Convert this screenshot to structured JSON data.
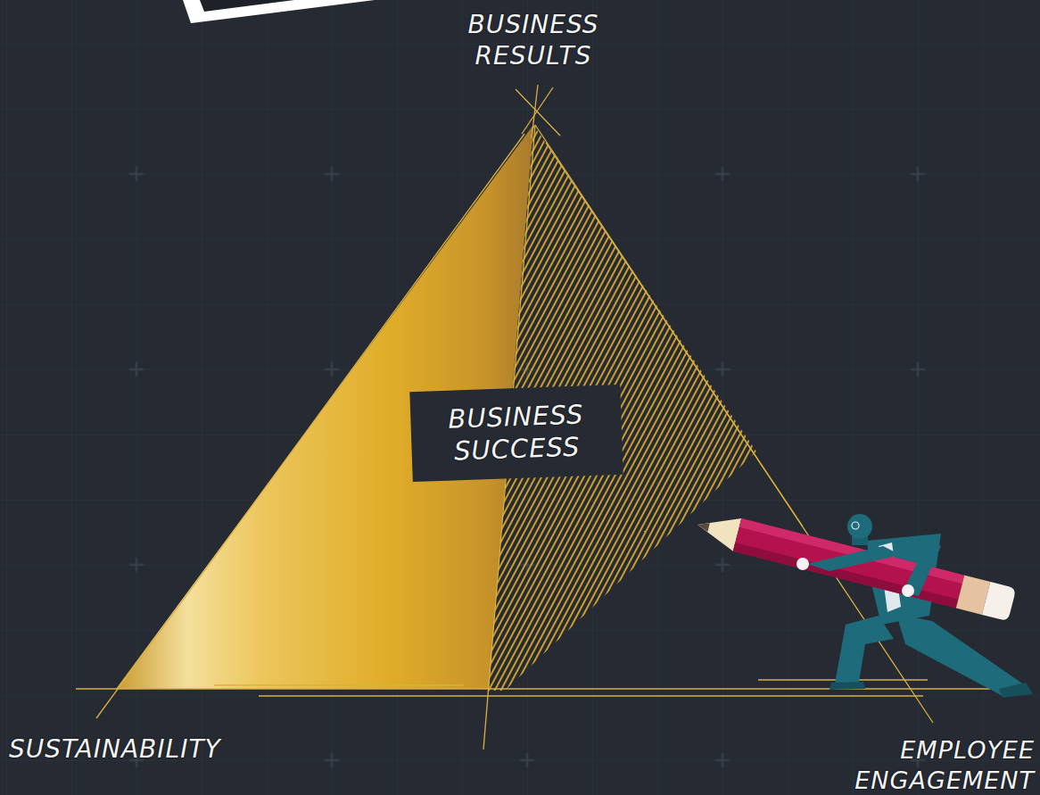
{
  "diagram": {
    "nodes": [
      {
        "text": [
          "BUSINESS SUCCESS"
        ]
      }
    ],
    "labels": [
      "BUSINESS RESULTS",
      "SUSTAINABILITY",
      "EMPLOYEE ENGAGEMENT"
    ]
  }
}
